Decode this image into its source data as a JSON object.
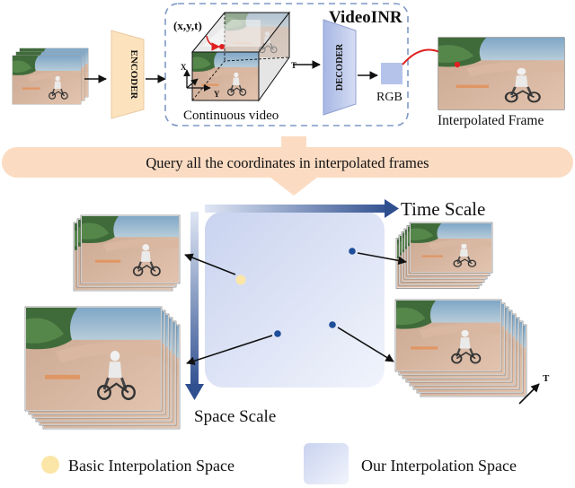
{
  "header": {
    "videoinr_title": "VideoINR",
    "encoder_label": "ENCODER",
    "decoder_label": "DECODER",
    "coord_label": "(x,y,t)",
    "axis_x": "X",
    "axis_y": "Y",
    "axis_t": "T",
    "continuous_video_label": "Continuous video",
    "rgb_label": "RGB",
    "interpolated_frame_label": "Interpolated Frame"
  },
  "banner": {
    "text": "Query all the coordinates in interpolated frames"
  },
  "space_diagram": {
    "time_scale_label": "Time Scale",
    "space_scale_label": "Space Scale",
    "output_t_label": "T"
  },
  "legend": {
    "basic_label": "Basic Interpolation Space",
    "ours_label": "Our Interpolation Space"
  },
  "colors": {
    "encoder_fill": "#fde3bd",
    "decoder_fill": "#b9c6ea",
    "banner_fill": "#fbdcc3",
    "basic_dot": "#fbe6a8",
    "query_dot": "#1f4e9a",
    "accent_red": "#e02020",
    "arrow_blue": "#2f4f8f"
  }
}
